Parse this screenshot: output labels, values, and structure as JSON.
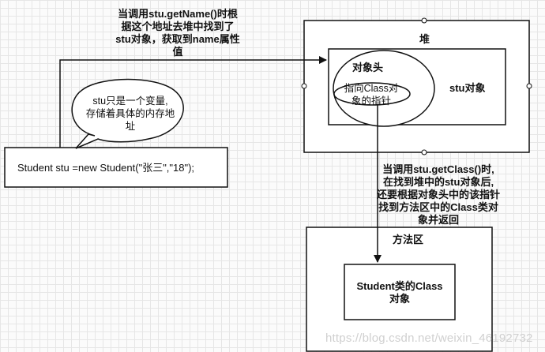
{
  "notes": {
    "get_name": [
      "当调用stu.getName()时根",
      "据这个地址去堆中找到了",
      "stu对象，获取到name属性",
      "值"
    ],
    "stu_variable": [
      "stu只是一个变量,",
      "存储着具体的内存地",
      "址"
    ],
    "get_class": [
      "当调用stu.getClass()时,",
      "在找到堆中的stu对象后,",
      "还要根据对象头中的该指针",
      "找到方法区中的Class类对",
      "象并返回"
    ]
  },
  "code_box": {
    "text": "Student stu =new Student(\"张三\",\"18\");"
  },
  "heap": {
    "title": "堆",
    "object_header": "对象头",
    "class_pointer": [
      "指向Class对",
      "象的指针"
    ],
    "stu_object": "stu对象"
  },
  "method_area": {
    "title": "方法区",
    "class_object": [
      "Student类的Class",
      "对象"
    ]
  },
  "watermark": "https://blog.csdn.net/weixin_46192732",
  "colors": {
    "stroke": "#111111",
    "background": "#fbfbfb",
    "grid": "#e6e6e6",
    "watermark": "#d0d0d0"
  }
}
